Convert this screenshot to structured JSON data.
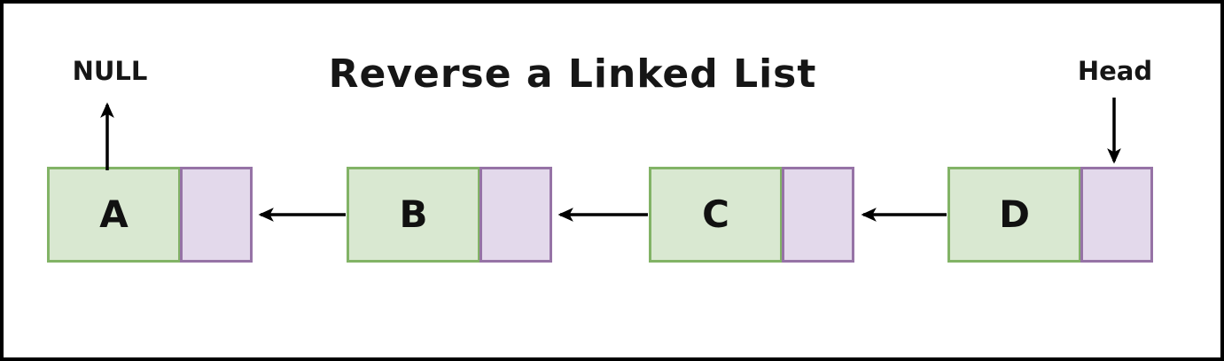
{
  "diagram": {
    "title": "Reverse a Linked List",
    "null_label": "NULL",
    "head_label": "Head",
    "nodes": [
      {
        "id": "A",
        "label": "A",
        "pointer_cell_value": ""
      },
      {
        "id": "B",
        "label": "B",
        "pointer_cell_value": ""
      },
      {
        "id": "C",
        "label": "C",
        "pointer_cell_value": ""
      },
      {
        "id": "D",
        "label": "D",
        "pointer_cell_value": ""
      }
    ],
    "links": [
      {
        "from": "A",
        "to": "NULL",
        "direction": "up"
      },
      {
        "from": "B",
        "to": "A",
        "direction": "left"
      },
      {
        "from": "C",
        "to": "B",
        "direction": "left"
      },
      {
        "from": "D",
        "to": "C",
        "direction": "left"
      },
      {
        "from": "Head",
        "to": "D",
        "direction": "down"
      }
    ],
    "colors": {
      "background": "#ffffff",
      "frame": "#000000",
      "data_cell_fill": "#d9e8d1",
      "data_cell_stroke": "#82b366",
      "pointer_cell_fill": "#e3d9eb",
      "pointer_cell_stroke": "#9673a6",
      "arrow": "#000000"
    }
  }
}
